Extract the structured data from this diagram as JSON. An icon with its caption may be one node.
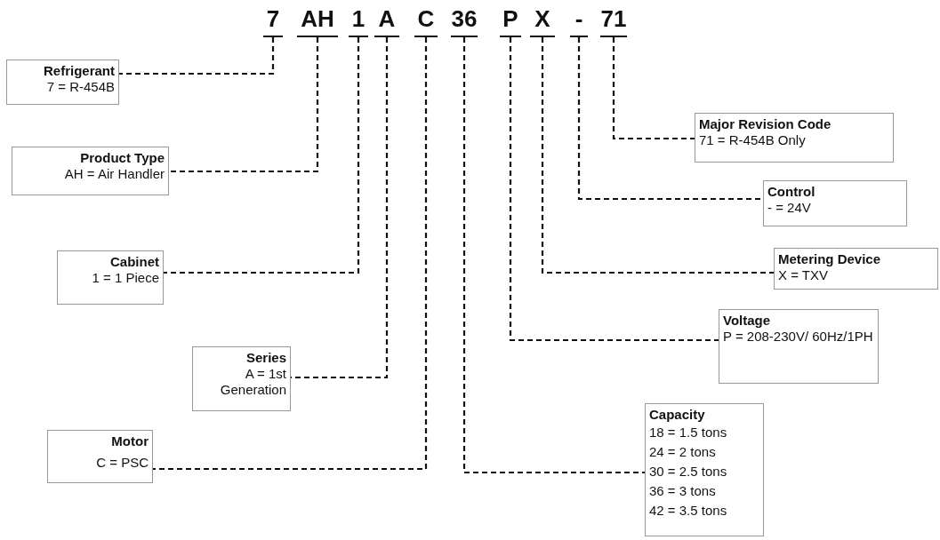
{
  "diagram": {
    "nodes": [
      {
        "text": [
          "7"
        ]
      },
      {
        "text": [
          "AH"
        ]
      },
      {
        "text": [
          "1"
        ]
      },
      {
        "text": [
          "A"
        ]
      },
      {
        "text": [
          "C"
        ]
      },
      {
        "text": [
          "36"
        ]
      },
      {
        "text": [
          "P"
        ]
      },
      {
        "text": [
          "X"
        ]
      },
      {
        "text": [
          "-"
        ]
      },
      {
        "text": [
          "71"
        ]
      },
      {
        "text": [
          "Refrigerant",
          "7 = R-454B"
        ]
      },
      {
        "text": [
          "Product Type",
          "AH = Air Handler"
        ]
      },
      {
        "text": [
          "Cabinet",
          "1 = 1 Piece"
        ]
      },
      {
        "text": [
          "Series",
          "A = 1st Generation"
        ]
      },
      {
        "text": [
          "Motor",
          "C = PSC"
        ]
      },
      {
        "text": [
          "Major Revision Code",
          "71 = R-454B Only"
        ]
      },
      {
        "text": [
          "Control",
          "- = 24V"
        ]
      },
      {
        "text": [
          "Metering Device",
          "X = TXV"
        ]
      },
      {
        "text": [
          "Voltage",
          "P = 208-230V/ 60Hz/1PH"
        ]
      },
      {
        "text": [
          "Capacity",
          "18 = 1.5 tons",
          "24 = 2 tons",
          "30 = 2.5 tons",
          "36 = 3 tons",
          "42 = 3.5 tons"
        ]
      }
    ],
    "edges": [
      {
        "from": 0,
        "to": 10,
        "arrow": "none",
        "style": "dashed"
      },
      {
        "from": 1,
        "to": 11,
        "arrow": "none",
        "style": "dashed"
      },
      {
        "from": 2,
        "to": 12,
        "arrow": "none",
        "style": "dashed"
      },
      {
        "from": 3,
        "to": 13,
        "arrow": "none",
        "style": "dashed"
      },
      {
        "from": 4,
        "to": 14,
        "arrow": "none",
        "style": "dashed"
      },
      {
        "from": 9,
        "to": 15,
        "arrow": "none",
        "style": "dashed"
      },
      {
        "from": 8,
        "to": 16,
        "arrow": "none",
        "style": "dashed"
      },
      {
        "from": 7,
        "to": 17,
        "arrow": "none",
        "style": "dashed"
      },
      {
        "from": 6,
        "to": 18,
        "arrow": "none",
        "style": "dashed"
      },
      {
        "from": 5,
        "to": 19,
        "arrow": "none",
        "style": "dashed"
      }
    ]
  }
}
